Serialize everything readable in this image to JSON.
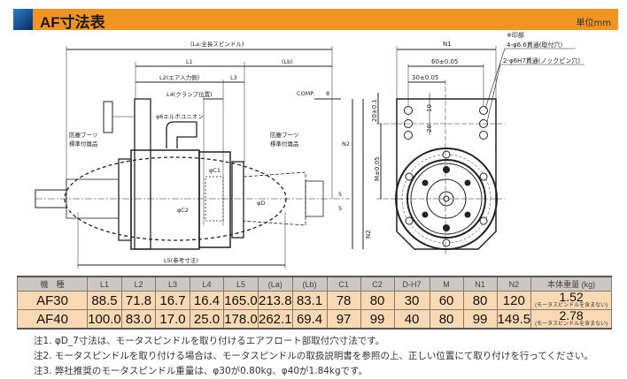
{
  "header": {
    "title": "AF寸法表",
    "unit": "単位mm"
  },
  "drawing": {
    "labels": {
      "la": "(La:全長スピンドル)",
      "l1": "L1",
      "lb": "(Lb)",
      "l2": "L2(エア入力側)",
      "l3": "L3",
      "l4": "L4(クランプ位置)",
      "comp": "COMP.",
      "comp_val": "8",
      "elbow": "φ6エルボユニオン",
      "boot_left": "防塵ブーツ",
      "boot_left2": "標準付属品",
      "boot_right": "防塵ブーツ",
      "boot_right2": "標準付属品",
      "c1": "φC1",
      "c2": "φC2",
      "d": "φD",
      "five_a": "5",
      "five_b": "5",
      "l5": "L5(参考寸法)",
      "n2": "N2"
    },
    "side": {
      "n1": "N1",
      "dim60": "60±0.05",
      "dim30": "30±0.05",
      "dim20": "20±0.1",
      "dim10": "10",
      "dim20b": "20",
      "m": "M±0.05",
      "n2": "N2",
      "note_mark": "※印部",
      "note_holes": "4-φ6.6貫通(取付穴)",
      "note_pins": "2-φ6H7貫通(ノックピン穴)"
    }
  },
  "table": {
    "headers": [
      "機　種",
      "L1",
      "L2",
      "L3",
      "L4",
      "L5",
      "(La)",
      "(Lb)",
      "C1",
      "C2",
      "D-H7",
      "M",
      "N1",
      "N2",
      "本体重量 (kg)"
    ],
    "rows": [
      {
        "cells": [
          "AF30",
          "88.5",
          "71.8",
          "16.7",
          "16.4",
          "165.0",
          "213.8",
          "83.1",
          "78",
          "80",
          "30",
          "60",
          "80",
          "120"
        ],
        "weight": "1.52",
        "weight_note": "(モータスピンドルを含まない)"
      },
      {
        "cells": [
          "AF40",
          "100.0",
          "83.0",
          "17.0",
          "25.0",
          "178.0",
          "262.1",
          "69.4",
          "97",
          "99",
          "40",
          "80",
          "99",
          "149.5"
        ],
        "weight": "2.78",
        "weight_note": "(モータスピンドルを含まない)"
      }
    ]
  },
  "notes": [
    "注1. φD_7寸法は、モータスピンドルを取り付けるエアフロート部取付穴寸法です。",
    "注2. モータスピンドルを取り付ける場合は、モータスピンドルの取扱説明書を参照の上、正しい位置にて取り付けを行ってください。",
    "注3. 弊社推奨のモータスピンドル重量は、φ30が0.80kg、φ40が1.84kgです。"
  ],
  "colors": {
    "accent": "#f39322",
    "header_row": "#cbc7c3",
    "data_row": "#f8d9b4"
  }
}
